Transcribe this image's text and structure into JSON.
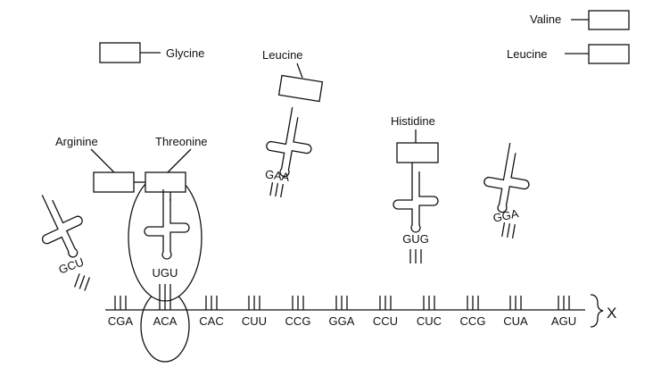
{
  "legend": {
    "glycine": "Glycine",
    "valine": "Valine",
    "leucine": "Leucine"
  },
  "trnas": {
    "leucine": {
      "amino_acid": "Leucine",
      "anticodon": "GAA"
    },
    "histidine": {
      "amino_acid": "Histidine",
      "anticodon": "GUG"
    },
    "arginine": {
      "amino_acid": "Arginine"
    },
    "threonine": {
      "amino_acid": "Threonine",
      "anticodon": "UGU"
    },
    "free_left": {
      "anticodon": "GCU"
    },
    "free_right": {
      "anticodon": "GGA"
    }
  },
  "mrna": {
    "codons": [
      "CGA",
      "ACA",
      "CAC",
      "CUU",
      "CCG",
      "GGA",
      "CCU",
      "CUC",
      "CCG",
      "CUA",
      "AGU"
    ],
    "label": "X"
  }
}
